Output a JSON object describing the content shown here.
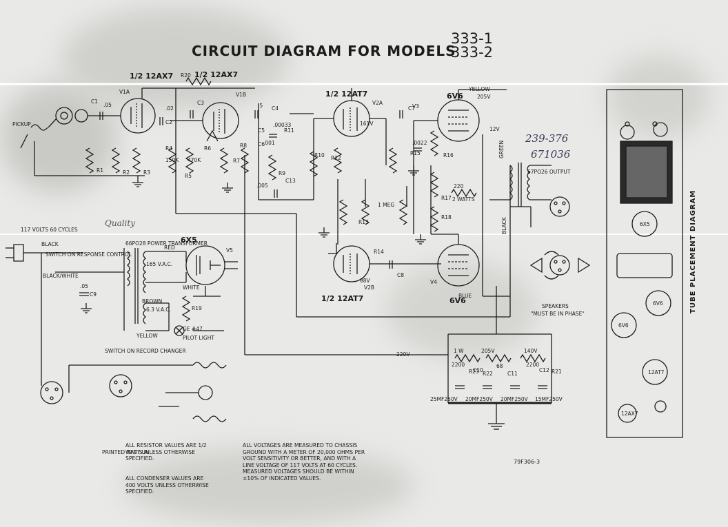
{
  "title": "CIRCUIT DIAGRAM FOR MODELS",
  "models": [
    "333-1",
    "333-2"
  ],
  "handwritten": [
    "239-376",
    "671036",
    "Quality"
  ],
  "tubes": [
    "1/2 12AX7",
    "1/2 12AX7",
    "1/2 12AT7",
    "6V6",
    "6X5",
    "1/2 12AT7",
    "6V6"
  ],
  "tube_ids": [
    "V1A",
    "V1B",
    "V2A",
    "V3",
    "V5",
    "V2B",
    "V4"
  ],
  "resistor_ids": [
    "R1",
    "R2",
    "R3",
    "R4",
    "R5",
    "R6",
    "R7",
    "R8",
    "R9",
    "R10",
    "R11",
    "R12",
    "R13",
    "R14",
    "R15",
    "R16",
    "R17",
    "R18",
    "R19",
    "R20",
    "R21",
    "R22",
    "R23"
  ],
  "capacitor_ids": [
    "C1",
    "C2",
    "C3",
    "C4",
    "C5",
    "C6",
    "C7",
    "C8",
    "C9",
    "C10",
    "C11",
    "C12",
    "C13"
  ],
  "component_labels": {
    "pickup": "PICKUP",
    "line_in": "117 VOLTS 60 CYCLES",
    "black": "BLACK",
    "switch_response": "SWITCH ON RESPONSE CONTROL",
    "black_white": "BLACK/WHITE",
    "power_transformer": "66PO28 POWER TRANSFORMER",
    "red": "RED",
    "v165": "165 V.A.C.",
    "white": "WHITE",
    "brown": "BROWN",
    "v63": "6.3 V.A.C.",
    "yellow": "YELLOW",
    "pilot": "PILOT LIGHT",
    "ge47": "GE #47",
    "switch_changer": "SWITCH ON RECORD CHANGER",
    "output": "67PO26 OUTPUT",
    "speakers": "SPEAKERS",
    "phase": "\"MUST BE IN PHASE\"",
    "v205": "205V",
    "v140": "140V",
    "v220": "220V",
    "v12": "12V",
    "v161": "161V",
    "v88": "88V",
    "r220": "220",
    "r220w": "2 WATTS",
    "filt_w": "1 W",
    "filt_2200": "2200",
    "filt_68": "68",
    "filt_2200b": "2200",
    "caps": [
      "25MF250V",
      "20MF250V",
      "20MF250V",
      "15MF250V"
    ],
    "blue": "BLUE",
    "black_tr": "BLACK",
    "green": "GREEN",
    "yellow2": "YELLOW",
    "c05": ".05",
    "c02": ".02",
    "c0022": ".0022",
    "c005": ".005",
    "c001": ".001",
    "c0033": ".00033",
    "r150k": "150K",
    "r470k": "470K",
    "r1meg": "1 MEG",
    "cap_05": ".05",
    "cap_5": ".5"
  },
  "notes": {
    "printed": "PRINTED IN U.S.A.",
    "resistor_note": [
      "ALL RESISTOR VALUES ARE 1/2",
      "WATT UNLESS OTHERWISE",
      "SPECIFIED."
    ],
    "condenser_note": [
      "ALL CONDENSER VALUES ARE",
      "400 VOLTS UNLESS OTHERWISE",
      "SPECIFIED."
    ],
    "voltage_note": [
      "ALL VOLTAGES ARE MEASURED TO CHASSIS",
      "GROUND WITH A METER OF 20,000 OHMS PER",
      "VOLT SENSITIVITY OR BETTER, AND WITH A",
      "LINE VOLTAGE OF 117 VOLTS AT 60 CYCLES.",
      "MEASURED VOLTAGES SHOULD BE WITHIN",
      "±10% OF INDICATED VALUES."
    ],
    "part_no": "79F306-3"
  },
  "placement": {
    "title": "TUBE PLACEMENT DIAGRAM",
    "tubes": [
      "6X5",
      "6V6",
      "6V6",
      "12AT7",
      "12AX7"
    ]
  }
}
